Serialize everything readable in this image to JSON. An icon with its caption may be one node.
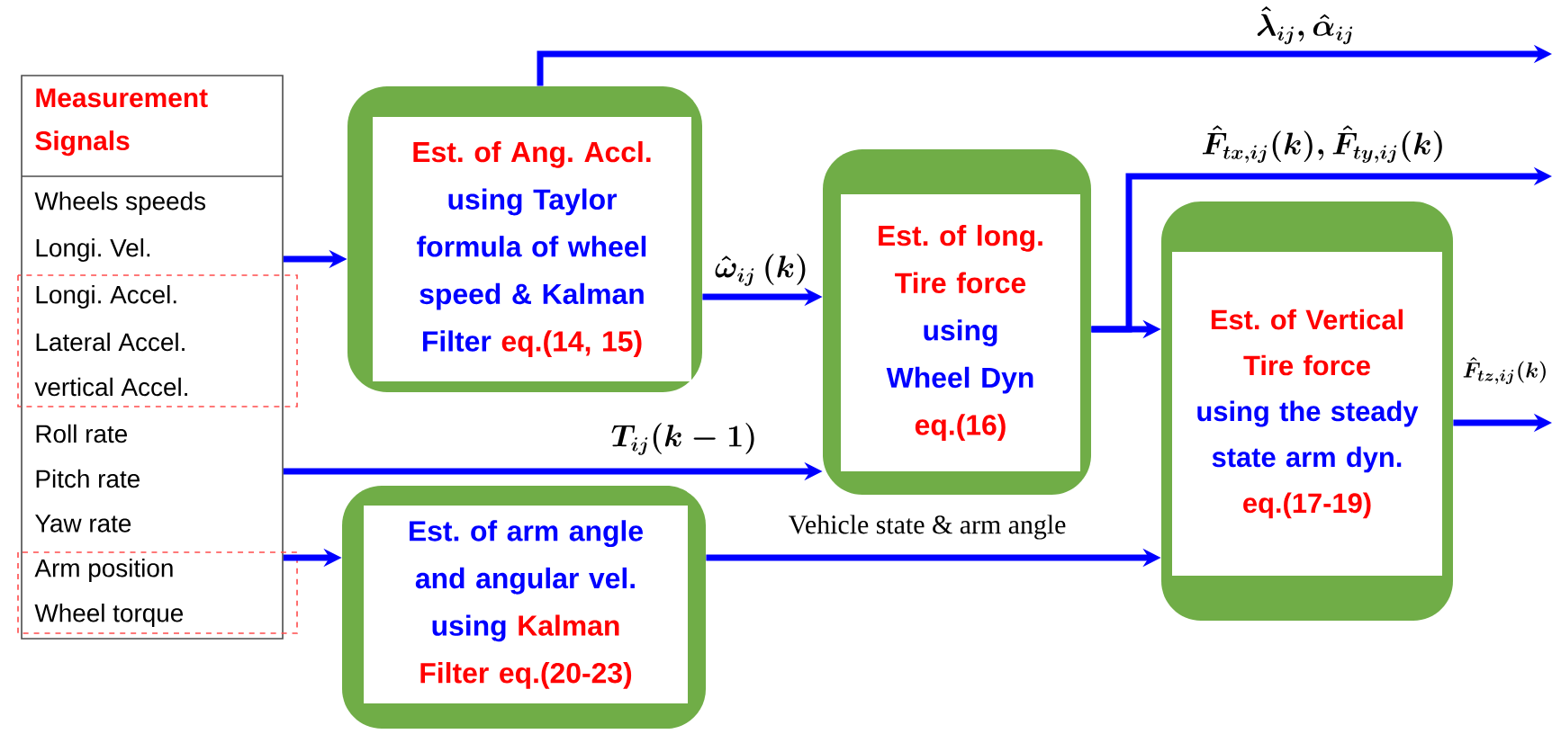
{
  "diagram": {
    "nodes": [
      {
        "text": [
          "Measurement Signals",
          "Wheels speeds",
          "Longi. Vel.",
          "Longi. Accel.",
          "Lateral Accel.",
          "vertical Accel.",
          "Roll rate",
          "Pitch rate",
          "Yaw  rate",
          "Arm position",
          "Wheel torque"
        ]
      },
      {
        "text": [
          "Est. of Ang. Accl.",
          "using Taylor formula of wheel speed & Kalman Filter",
          "eq.(14, 15)"
        ]
      },
      {
        "text": [
          "Est. of long. Tire force",
          "using Wheel Dyn",
          "eq.(16)"
        ]
      },
      {
        "text": [
          "Est. of Vertical Tire force",
          "using the steady state arm dyn.",
          "eq.(17-19)"
        ]
      },
      {
        "text": [
          "Est. of arm angle and angular vel.",
          "using",
          "Kalman Filter eq.(20-23)"
        ]
      }
    ],
    "edges": [
      {
        "from": 0,
        "to": 1,
        "arrow": "to"
      },
      {
        "from": 1,
        "to": null,
        "arrow": "to",
        "label": "\\hat{\\lambda}_{ij}, \\hat{\\alpha}_{ij}"
      },
      {
        "from": 1,
        "to": 2,
        "arrow": "to",
        "label": "\\hat{\\omega}_{ij}\\,(k)"
      },
      {
        "from": 0,
        "to": 2,
        "arrow": "to",
        "label": "T_{ij}(k-1)"
      },
      {
        "from": 2,
        "to": 3,
        "arrow": "to"
      },
      {
        "from": 2,
        "to": null,
        "arrow": "to",
        "label": "\\hat{F}_{tx,ij}(k), \\hat{F}_{ty,ij}(k)"
      },
      {
        "from": 3,
        "to": null,
        "arrow": "to",
        "label": "\\hat{F}_{tz,ij}(k)"
      },
      {
        "from": 0,
        "to": 4,
        "arrow": "to"
      },
      {
        "from": 4,
        "to": 3,
        "arrow": "to",
        "label": "Vehicle state & arm angle"
      }
    ]
  }
}
